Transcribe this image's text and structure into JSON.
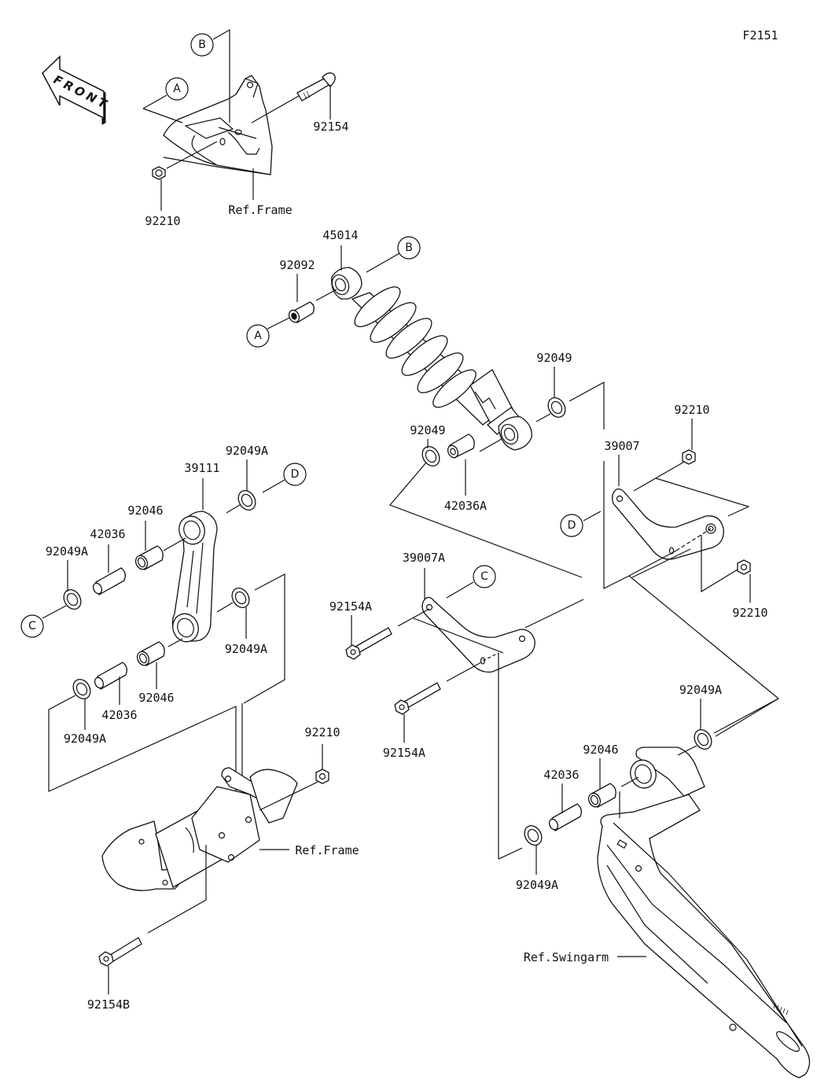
{
  "figure": {
    "code": "F2151",
    "front_label": "FRONT",
    "refs": {
      "frame_top": "Ref.Frame",
      "frame_bottom": "Ref.Frame",
      "swingarm": "Ref.Swingarm"
    }
  },
  "markers": {
    "a_top": "A",
    "b_top": "B",
    "a_shock": "A",
    "b_shock": "B",
    "c_link": "C",
    "d_link": "D",
    "c_rod": "C",
    "d_rod": "D"
  },
  "parts": {
    "bolt_top": "92154",
    "nut_top": "92210",
    "shock": "45014",
    "bush_shock": "92092",
    "seal_shock_right": "92049",
    "seal_shock_lower": "92049",
    "collar_shock": "42036A",
    "rod_39007": "39007",
    "nut_rod_upper": "92210",
    "nut_rod_lower": "92210",
    "rocker_39111": "39111",
    "seal_rocker_top": "92049A",
    "bearing_rocker_top": "92046",
    "collar_rocker_top": "42036",
    "seal_rocker_left": "92049A",
    "seal_rocker_right": "92049A",
    "bearing_rocker_bottom": "92046",
    "collar_rocker_bottom": "42036",
    "seal_rocker_bottom_left": "92049A",
    "rod_39007a": "39007A",
    "bolt_rod_a_top": "92154A",
    "bolt_rod_a_bottom": "92154A",
    "nut_frame": "92210",
    "bolt_frame": "92154B",
    "seal_swing_top": "92049A",
    "bearing_swing": "92046",
    "collar_swing": "42036",
    "seal_swing_bottom": "92049A"
  }
}
